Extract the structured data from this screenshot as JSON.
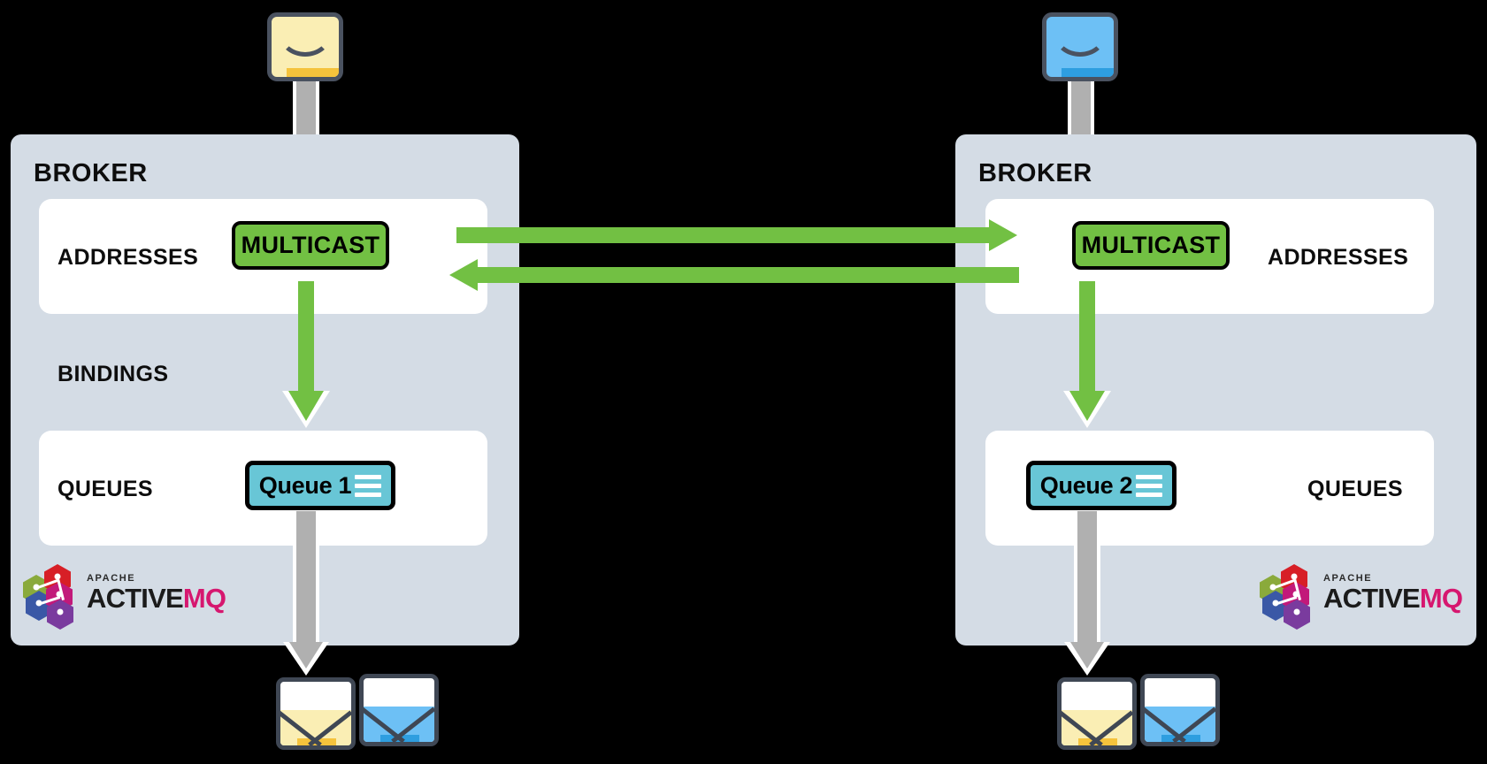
{
  "diagram": {
    "title": "ActiveMQ Artemis multicast address bridging between two brokers",
    "background_color": "#000000",
    "accent_green": "#72c043",
    "queue_teal": "#68c6d6",
    "panel_gray": "#d4dce5",
    "arrow_gray": "#b0b0b0"
  },
  "brokers": [
    {
      "id": "left",
      "label": "BROKER",
      "addresses_label": "ADDRESSES",
      "bindings_label": "BINDINGS",
      "queues_label": "QUEUES",
      "address_chip": "MULTICAST",
      "queue_chip": "Queue 1",
      "logo": {
        "apache": "APACHE",
        "active": "ACTIVE",
        "mq": "MQ"
      }
    },
    {
      "id": "right",
      "label": "BROKER",
      "addresses_label": "ADDRESSES",
      "queues_label": "QUEUES",
      "address_chip": "MULTICAST",
      "queue_chip": "Queue 2",
      "logo": {
        "apache": "APACHE",
        "active": "ACTIVE",
        "mq": "MQ"
      }
    }
  ],
  "messages": {
    "producer_left": "yellow-envelope-closed",
    "producer_right": "blue-envelope-closed",
    "consumer_left": [
      "yellow-envelope-open",
      "blue-envelope-open"
    ],
    "consumer_right": [
      "yellow-envelope-open",
      "blue-envelope-open"
    ],
    "colors": {
      "yellow_fill": "#faeeb4",
      "yellow_shade": "#f5c33c",
      "blue_fill": "#6dc0f5",
      "blue_shade": "#2e9ee0",
      "outline": "#4a5260"
    }
  },
  "flows": [
    {
      "name": "producer-to-left-multicast",
      "color": "#b0b0b0",
      "direction": "down"
    },
    {
      "name": "producer-to-right-multicast",
      "color": "#b0b0b0",
      "direction": "down"
    },
    {
      "name": "left-multicast-to-queue1",
      "color": "#72c043",
      "direction": "down"
    },
    {
      "name": "right-multicast-to-queue2",
      "color": "#72c043",
      "direction": "down"
    },
    {
      "name": "left-multicast-to-right-multicast",
      "color": "#72c043",
      "direction": "right"
    },
    {
      "name": "right-multicast-to-left-multicast",
      "color": "#72c043",
      "direction": "left"
    },
    {
      "name": "queue1-to-consumers",
      "color": "#b0b0b0",
      "direction": "down"
    },
    {
      "name": "queue2-to-consumers",
      "color": "#b0b0b0",
      "direction": "down"
    }
  ]
}
